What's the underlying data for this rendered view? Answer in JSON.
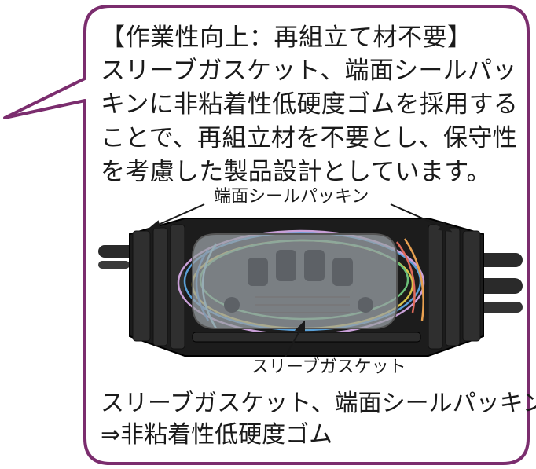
{
  "heading": "【作業性向上：再組立て材不要】",
  "body_lines": [
    "スリーブガスケット、端面シールパッ",
    "キンに非粘着性低硬度ゴムを採用する",
    "ことで、再組立材を不要とし、保守性",
    "を考慮した製品設計としています。"
  ],
  "labels": {
    "end_seal": "端面シールパッキン",
    "sleeve_gasket": "スリーブガスケット"
  },
  "footer_lines": [
    "スリーブガスケット、端面シールパッキン",
    "⇒非粘着性低硬度ゴム"
  ],
  "colors": {
    "bubble_border": "#7b2d6e",
    "text": "#1a1a1a",
    "closure_body": "#1c1c1c",
    "tray": "#9aa0a6"
  }
}
